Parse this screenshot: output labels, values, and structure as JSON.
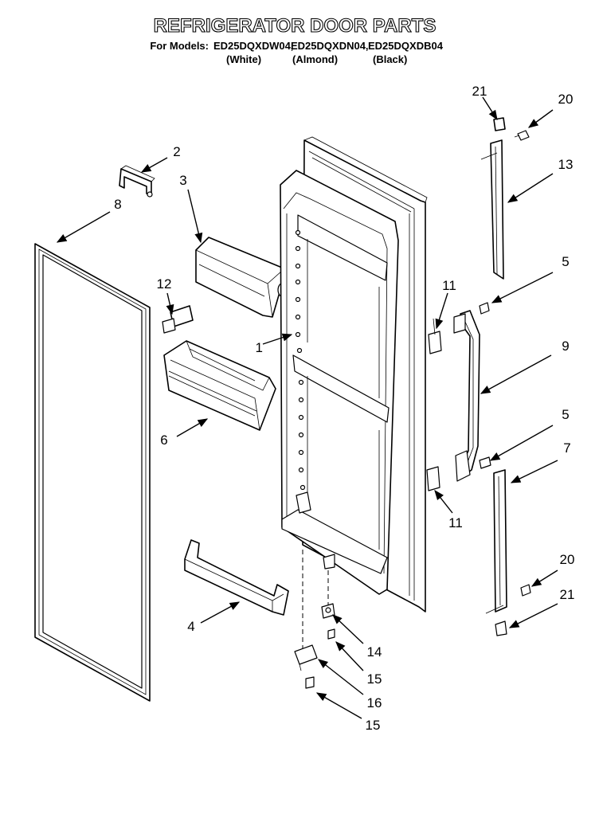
{
  "title": "REFRIGERATOR DOOR PARTS",
  "models_prefix": "For Models:",
  "models": [
    "ED25DQXDW04,",
    "ED25DQXDN04,",
    "ED25DQXDB04"
  ],
  "colors": [
    "(White)",
    "(Almond)",
    "(Black)"
  ],
  "callouts": [
    "1",
    "2",
    "3",
    "4",
    "5",
    "5",
    "6",
    "7",
    "8",
    "9",
    "11",
    "11",
    "12",
    "13",
    "14",
    "15",
    "15",
    "16",
    "20",
    "20",
    "21",
    "21"
  ]
}
